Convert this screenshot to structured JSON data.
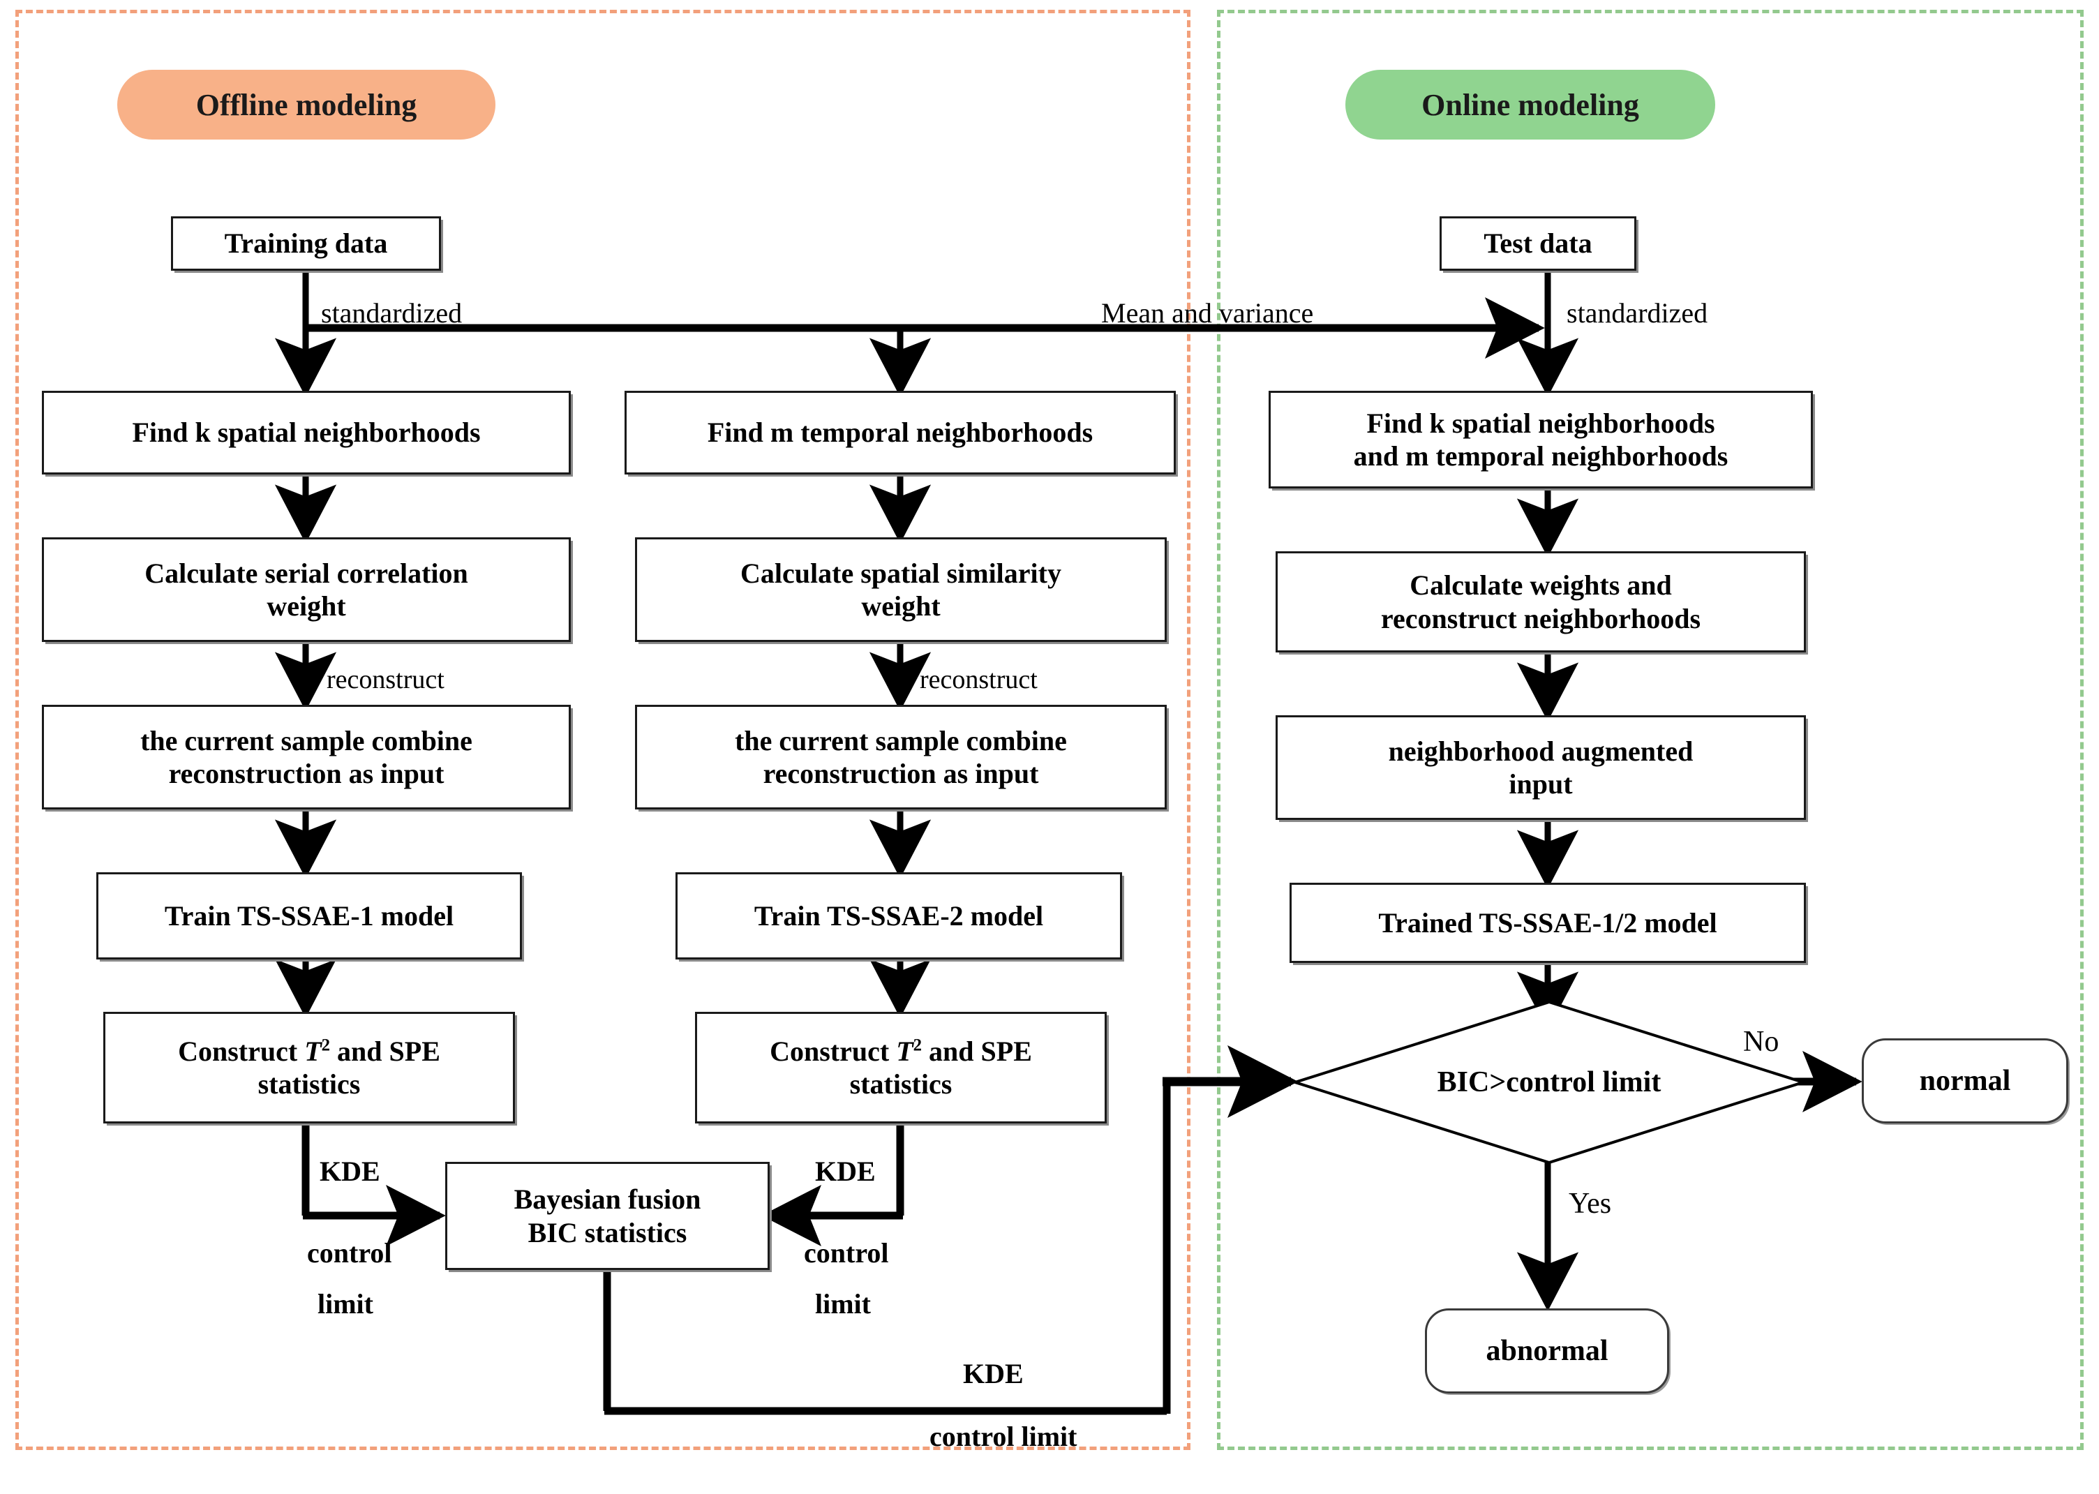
{
  "regions": {
    "offline": {
      "label": "Offline  modeling",
      "color": "#F8B188",
      "border_color": "#F2A07B"
    },
    "online": {
      "label": "Online  modeling",
      "color": "#90D490",
      "border_color": "#93C98E"
    }
  },
  "nodes": {
    "training_data": "Training data",
    "test_data": "Test data",
    "find_k_spatial": "Find k spatial neighborhoods",
    "find_m_temporal": "Find m temporal neighborhoods",
    "find_k_and_m": "Find k spatial neighborhoods\nand m temporal neighborhoods",
    "calc_serial_corr": "Calculate serial correlation\nweight",
    "calc_spatial_sim": "Calculate spatial similarity\nweight",
    "calc_weights_recon": "Calculate weights and\nreconstruct neighborhoods",
    "combine_input_left": "the current sample combine\nreconstruction as input",
    "combine_input_mid": "the current sample combine\nreconstruction as input",
    "neighborhood_augmented": "neighborhood augmented\ninput",
    "train_ssae_1": "Train TS-SSAE-1 model",
    "train_ssae_2": "Train TS-SSAE-2 model",
    "trained_ssae_12": "Trained TS-SSAE-1/2 model",
    "construct_stats_left_line1_pre": "Construct ",
    "construct_stats_left_line1_sym": "T",
    "construct_stats_left_line1_sup": "2",
    "construct_stats_left_line1_post": " and SPE",
    "construct_stats_line2": "statistics",
    "bayesian_fusion": "Bayesian fusion\nBIC statistics",
    "decision": "BIC>control limit",
    "normal": "normal",
    "abnormal": "abnormal"
  },
  "edge_labels": {
    "standardized_left": "standardized",
    "standardized_right": "standardized",
    "mean_and_variance": "Mean and variance",
    "reconstruct_left": "reconstruct",
    "reconstruct_mid": "reconstruct",
    "kde_left": "KDE",
    "control_limit_left_a": "control",
    "control_limit_left_b": "limit",
    "kde_mid": "KDE",
    "control_limit_mid_a": "control",
    "control_limit_mid_b": "limit",
    "kde_bottom": "KDE",
    "control_limit_bottom": "control limit",
    "no": "No",
    "yes": "Yes"
  }
}
